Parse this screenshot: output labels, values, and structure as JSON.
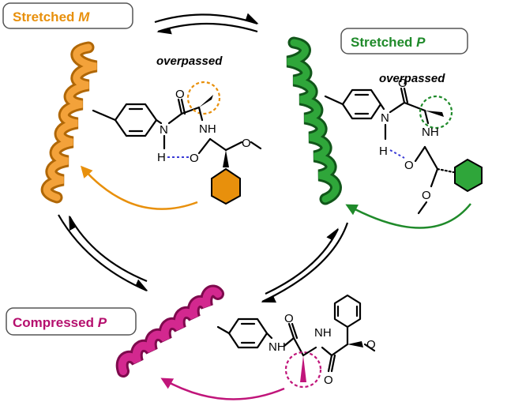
{
  "labels": {
    "top_left": {
      "prefix": "Stretched ",
      "italic": "M",
      "color": "#e8900c"
    },
    "top_right": {
      "prefix": "Stretched ",
      "italic": "P",
      "color": "#1f8a2a"
    },
    "bottom": {
      "prefix": "Compressed ",
      "italic": "P",
      "color": "#b5106e"
    }
  },
  "notes": {
    "left": "overpassed",
    "right": "overpassed"
  },
  "atoms": {
    "N": "N",
    "NH": "NH",
    "H": "H",
    "O": "O"
  },
  "colors": {
    "orange": "#e8900c",
    "green": "#1f8a2a",
    "magenta": "#c0157a",
    "hbond": "#3b3bd6"
  }
}
